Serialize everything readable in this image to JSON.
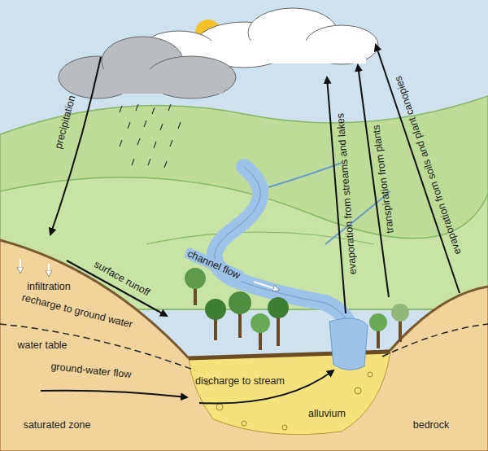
{
  "diagram": {
    "labels": [
      "precipitation",
      "surface runoff",
      "infiltration",
      "recharge to ground water",
      "water table",
      "ground-water flow",
      "saturated zone",
      "discharge to stream",
      "alluvium",
      "bedrock",
      "channel flow",
      "evaporation from streams and lakes",
      "transpiration from plants",
      "evaporation from soils and plant canopies"
    ]
  }
}
